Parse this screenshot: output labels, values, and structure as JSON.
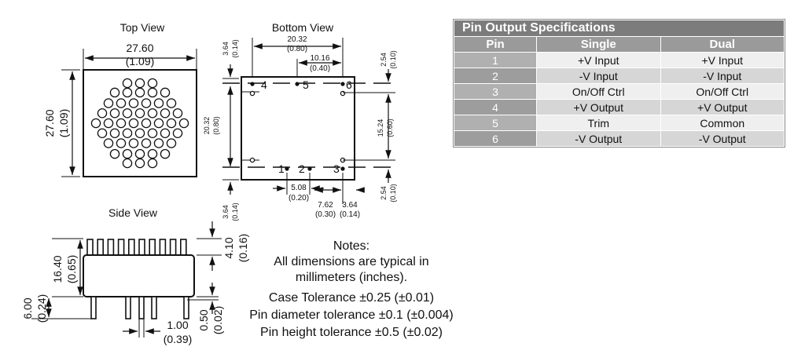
{
  "views": {
    "top": "Top View",
    "bottom": "Bottom View",
    "side": "Side View"
  },
  "dims": {
    "top_width_mm": "27.60",
    "top_width_in": "(1.09)",
    "top_height_mm": "27.60",
    "top_height_in": "(1.09)",
    "pin_span_mm": "20.32",
    "pin_span_in": "(0.80)",
    "pin_half_mm": "10.16",
    "pin_half_in": "(0.40)",
    "edge_top_mm": "3.64",
    "edge_top_in": "(0.14)",
    "right_top_mm": "2.54",
    "right_top_in": "(0.10)",
    "row_span_mm": "20.32",
    "row_span_in": "(0.80)",
    "right_span_mm": "15.24",
    "right_span_in": "(0.60)",
    "pitch_mm": "5.08",
    "pitch_in": "(0.20)",
    "pin_mid_mm": "7.62",
    "pin_mid_in": "(0.30)",
    "edge_bot_r_mm": "3.64",
    "edge_bot_r_in": "(0.14)",
    "edge_bot_l_mm": "3.64",
    "edge_bot_l_in": "(0.14)",
    "right_bot_mm": "2.54",
    "right_bot_in": "(0.10)",
    "side_height_mm": "16.40",
    "side_height_in": "(0.65)",
    "pin_len_mm": "6.00",
    "pin_len_in": "(0.24)",
    "pin_top_mm": "4.10",
    "pin_top_in": "(0.16)",
    "standoff_mm": "0.50",
    "standoff_in": "(0.02)",
    "pin_dia_mm": "1.00",
    "pin_dia_in": "(0.39)"
  },
  "pins": [
    "1",
    "2",
    "3",
    "4",
    "5",
    "6"
  ],
  "notes": {
    "heading": "Notes:",
    "lines": [
      "All dimensions are typical in",
      "millimeters (inches).",
      "Case Tolerance  ±0.25 (±0.01)",
      "Pin diameter tolerance ±0.1 (±0.004)",
      "Pin height tolerance ±0.5 (±0.02)"
    ]
  },
  "table": {
    "title": "Pin Output Specifications",
    "headers": [
      "Pin",
      "Single",
      "Dual"
    ],
    "rows": [
      [
        "1",
        "+V Input",
        "+V Input"
      ],
      [
        "2",
        "-V Input",
        "-V Input"
      ],
      [
        "3",
        "On/Off Ctrl",
        "On/Off Ctrl"
      ],
      [
        "4",
        "+V Output",
        "+V Output"
      ],
      [
        "5",
        "Trim",
        "Common"
      ],
      [
        "6",
        "-V Output",
        "-V Output"
      ]
    ]
  }
}
